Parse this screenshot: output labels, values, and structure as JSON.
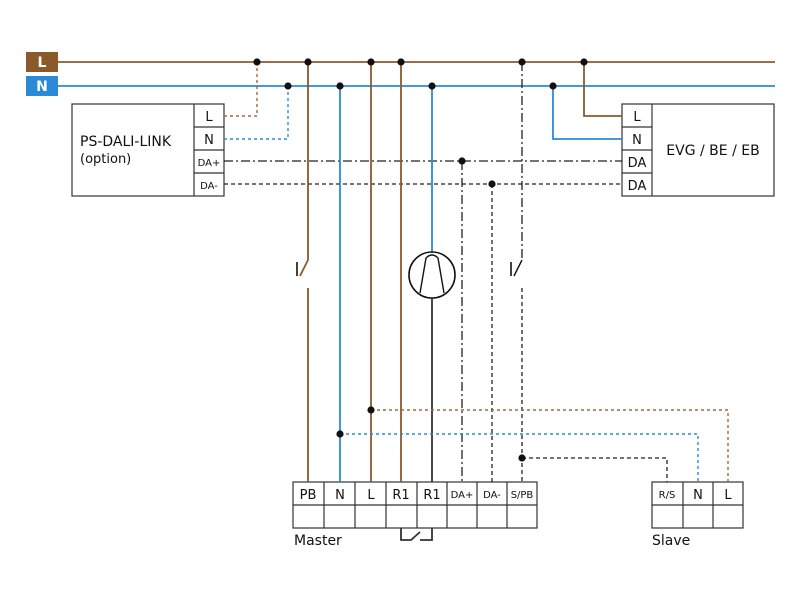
{
  "bus": {
    "l_label": "L",
    "n_label": "N",
    "l_color": "#8b5a2b",
    "n_color": "#2a8ad8"
  },
  "dali_link": {
    "title": "PS-DALI-LINK",
    "subtitle": "(option)",
    "terminals": [
      "L",
      "N",
      "DA+",
      "DA-"
    ]
  },
  "evg": {
    "title": "EVG / BE / EB",
    "terminals": [
      "L",
      "N",
      "DA",
      "DA"
    ]
  },
  "master": {
    "label": "Master",
    "terminals": [
      "PB",
      "N",
      "L",
      "R1",
      "R1",
      "DA+",
      "DA-",
      "S/PB"
    ]
  },
  "slave": {
    "label": "Slave",
    "terminals": [
      "R/S",
      "N",
      "L"
    ]
  },
  "components": [
    "lamp-icon",
    "pushbutton-switch-icon",
    "relay-contact-icon"
  ]
}
